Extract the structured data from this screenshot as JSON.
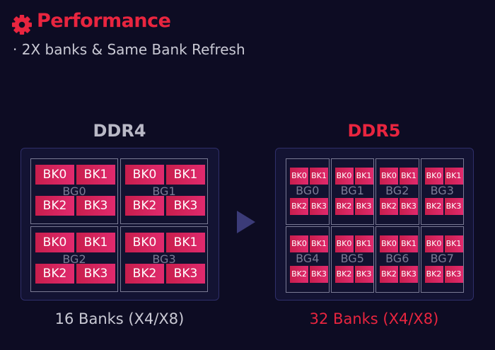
{
  "header": {
    "title": "Performance",
    "subtitle": "· 2X banks & Same Bank Refresh",
    "icon": "gear-icon"
  },
  "ddr4": {
    "title": "DDR4",
    "caption": "16 Banks (X4/X8)",
    "groups": [
      {
        "label": "BG0",
        "banks": [
          "BK0",
          "BK1",
          "BK2",
          "BK3"
        ]
      },
      {
        "label": "BG1",
        "banks": [
          "BK0",
          "BK1",
          "BK2",
          "BK3"
        ]
      },
      {
        "label": "BG2",
        "banks": [
          "BK0",
          "BK1",
          "BK2",
          "BK3"
        ]
      },
      {
        "label": "BG3",
        "banks": [
          "BK0",
          "BK1",
          "BK2",
          "BK3"
        ]
      }
    ]
  },
  "ddr5": {
    "title": "DDR5",
    "caption": "32 Banks (X4/X8)",
    "groups": [
      {
        "label": "BG0",
        "banks": [
          "BK0",
          "BK1",
          "BK2",
          "BK3"
        ]
      },
      {
        "label": "BG1",
        "banks": [
          "BK0",
          "BK1",
          "BK2",
          "BK3"
        ]
      },
      {
        "label": "BG2",
        "banks": [
          "BK0",
          "BK1",
          "BK2",
          "BK3"
        ]
      },
      {
        "label": "BG3",
        "banks": [
          "BK0",
          "BK1",
          "BK2",
          "BK3"
        ]
      },
      {
        "label": "BG4",
        "banks": [
          "BK0",
          "BK1",
          "BK2",
          "BK3"
        ]
      },
      {
        "label": "BG5",
        "banks": [
          "BK0",
          "BK1",
          "BK2",
          "BK3"
        ]
      },
      {
        "label": "BG6",
        "banks": [
          "BK0",
          "BK1",
          "BK2",
          "BK3"
        ]
      },
      {
        "label": "BG7",
        "banks": [
          "BK0",
          "BK1",
          "BK2",
          "BK3"
        ]
      }
    ]
  },
  "colors": {
    "accent_red": "#e8253f",
    "bank_gradient_start": "#c81e4c",
    "bank_gradient_end": "#e12a6e",
    "background": "#0d0c23",
    "arrow": "#3b3b78"
  }
}
